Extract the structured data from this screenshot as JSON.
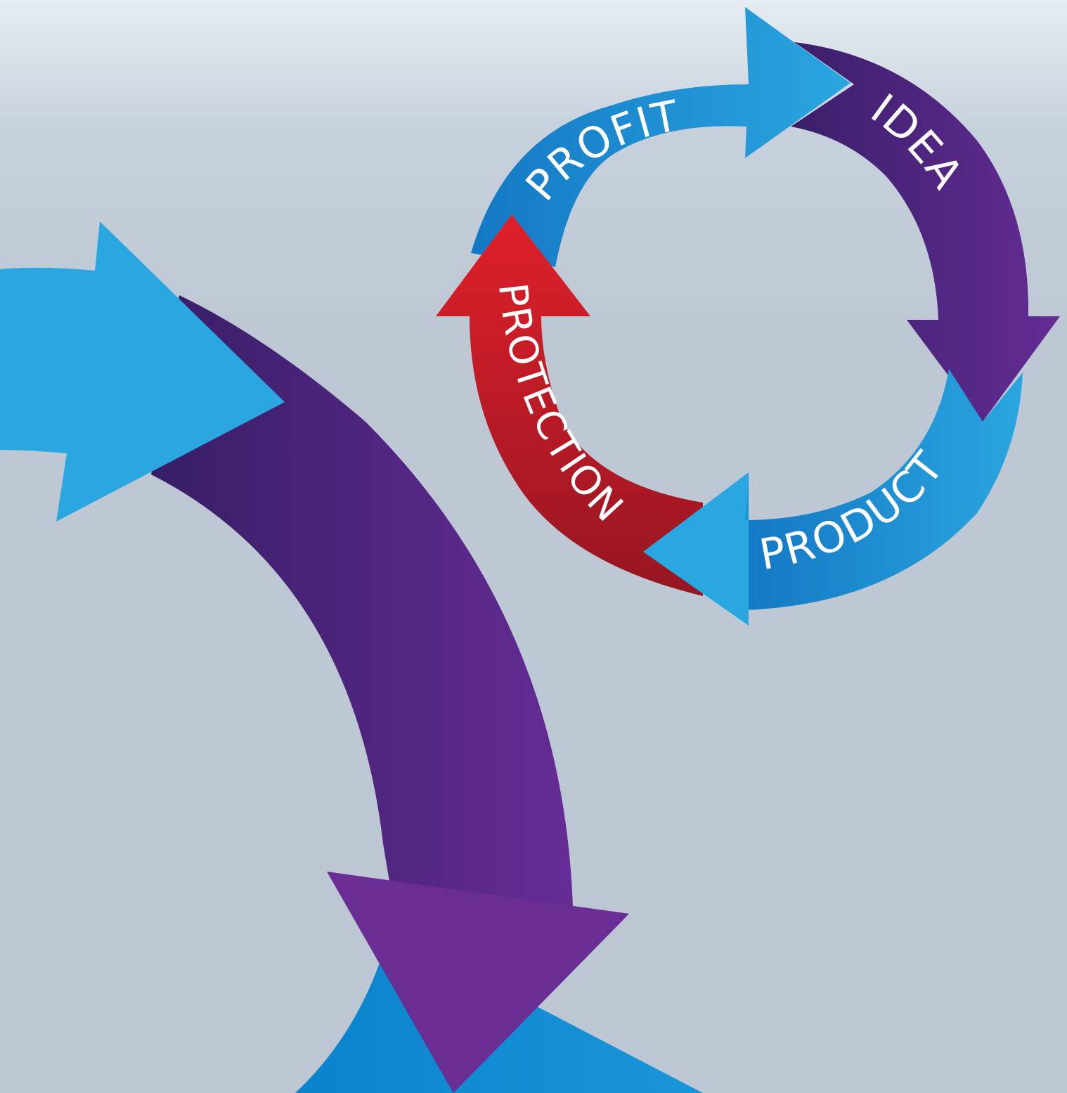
{
  "cycle": {
    "steps": [
      {
        "key": "profit",
        "label": "PROFIT",
        "color": "#2aa6e0"
      },
      {
        "key": "idea",
        "label": "IDEA",
        "color": "#5c2a8a"
      },
      {
        "key": "product",
        "label": "PRODUCT",
        "color": "#1b8fd6"
      },
      {
        "key": "protection",
        "label": "PROTECTION",
        "color": "#c21b26"
      }
    ]
  },
  "colors": {
    "background_top": "#e6ecf2",
    "background": "#bdc8d4",
    "blue_light": "#2aa6e0",
    "blue_dark": "#0e78c2",
    "purple_light": "#6a2d94",
    "purple_dark": "#3d206a",
    "red_light": "#e0202a",
    "red_dark": "#9c1620"
  }
}
